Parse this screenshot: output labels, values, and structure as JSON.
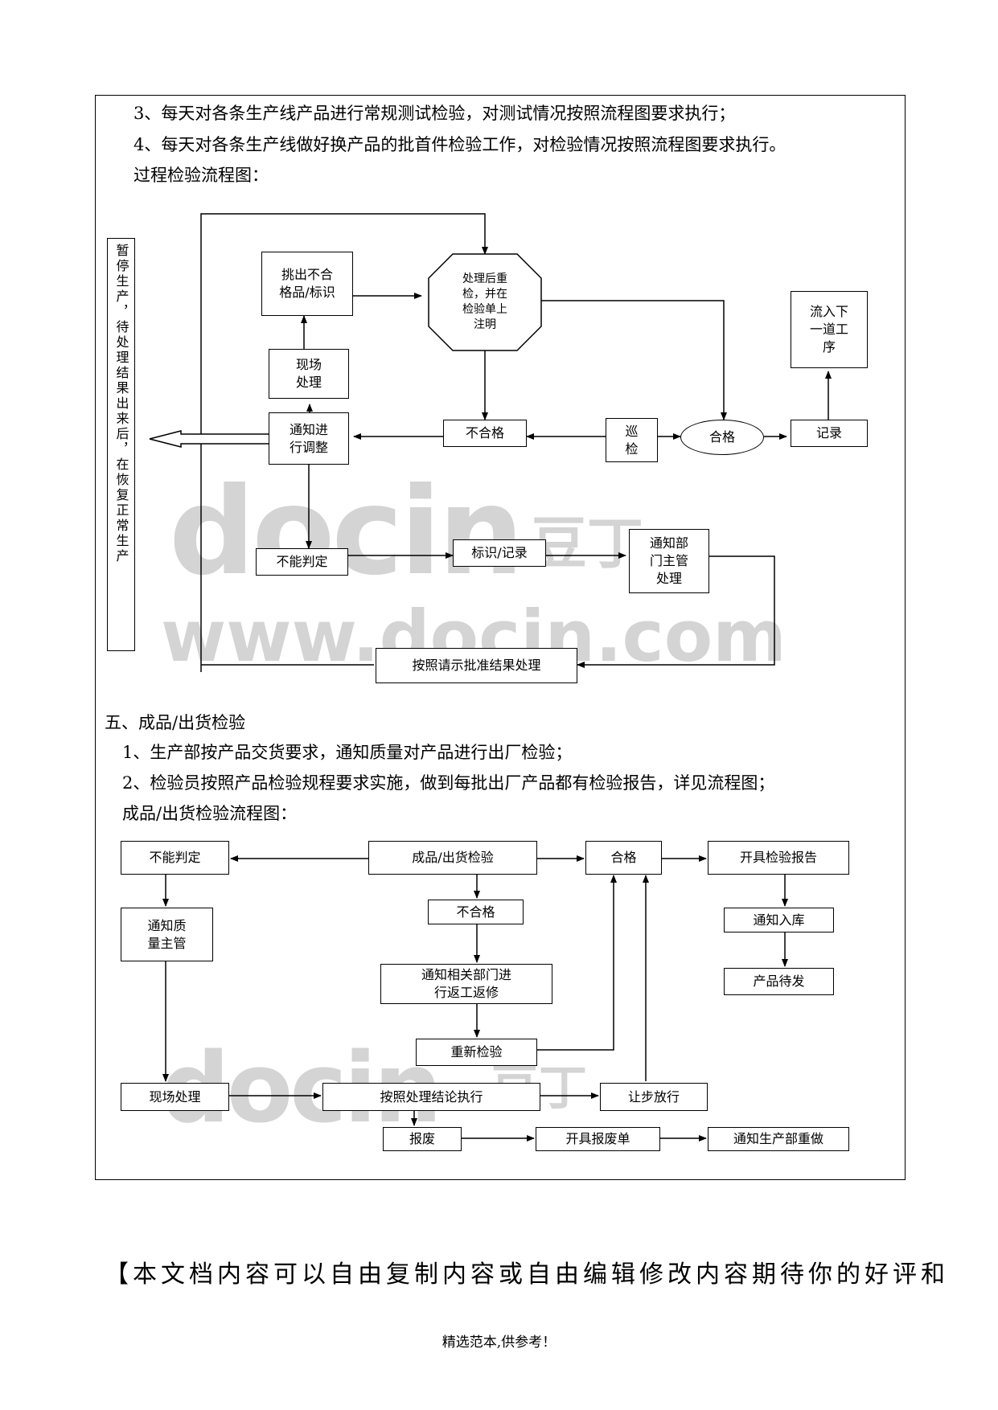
{
  "intro": {
    "line3": "3、每天对各条生产线产品进行常规测试检验，对测试情况按照流程图要求执行；",
    "line4": "4、每天对各条生产线做好换产品的批首件检验工作，对检验情况按照流程图要求执行。",
    "flow_title": "过程检验流程图："
  },
  "process_flow": {
    "pause_note": "暂停生产，待处理结果出来后，在恢复正常生产",
    "pick_out": [
      "挑出不合",
      "格品/标识"
    ],
    "recheck": [
      "处理后重",
      "检，并在",
      "检验单上",
      "注明"
    ],
    "next_process": [
      "流入下",
      "一道工",
      "序"
    ],
    "onsite": [
      "现场",
      "处理"
    ],
    "notify_adjust": [
      "通知进",
      "行调整"
    ],
    "unqualified": "不合格",
    "patrol": [
      "巡",
      "检"
    ],
    "qualified": "合格",
    "record": "记录",
    "undetermined": "不能判定",
    "mark_record": "标识/记录",
    "notify_dept": [
      "通知部",
      "门主管",
      "处理"
    ],
    "approval_result": "按照请示批准结果处理"
  },
  "section5": {
    "heading": "五、成品/出货检验",
    "item1": "1、生产部按产品交货要求，通知质量对产品进行出厂检验；",
    "item2": "2、检验员按照产品检验规程要求实施，做到每批出厂产品都有检验报告，详见流程图；",
    "flow_title": "成品/出货检验流程图："
  },
  "shipping_flow": {
    "undetermined": "不能判定",
    "final_inspection": "成品/出货检验",
    "qualified": "合格",
    "issue_report": "开具检验报告",
    "notify_quality": [
      "通知质",
      "量主管"
    ],
    "unqualified": "不合格",
    "notify_storage": "通知入库",
    "notify_rework": [
      "通知相关部门进",
      "行返工返修"
    ],
    "ready_ship": "产品待发",
    "reinspect": "重新检验",
    "onsite": "现场处理",
    "execute_conclusion": "按照处理结论执行",
    "concession": "让步放行",
    "scrap": "报废",
    "scrap_form": "开具报废单",
    "notify_redo": "通知生产部重做"
  },
  "watermarks": {
    "logo1": "docin",
    "logo1_cn": "豆丁",
    "url": "www.docin.com",
    "logo2": "docin",
    "logo2_cn": "豆丁"
  },
  "closing_text": "【本文档内容可以自由复制内容或自由编辑修改内容期待你的好评和",
  "footer": "精选范本,供参考！"
}
